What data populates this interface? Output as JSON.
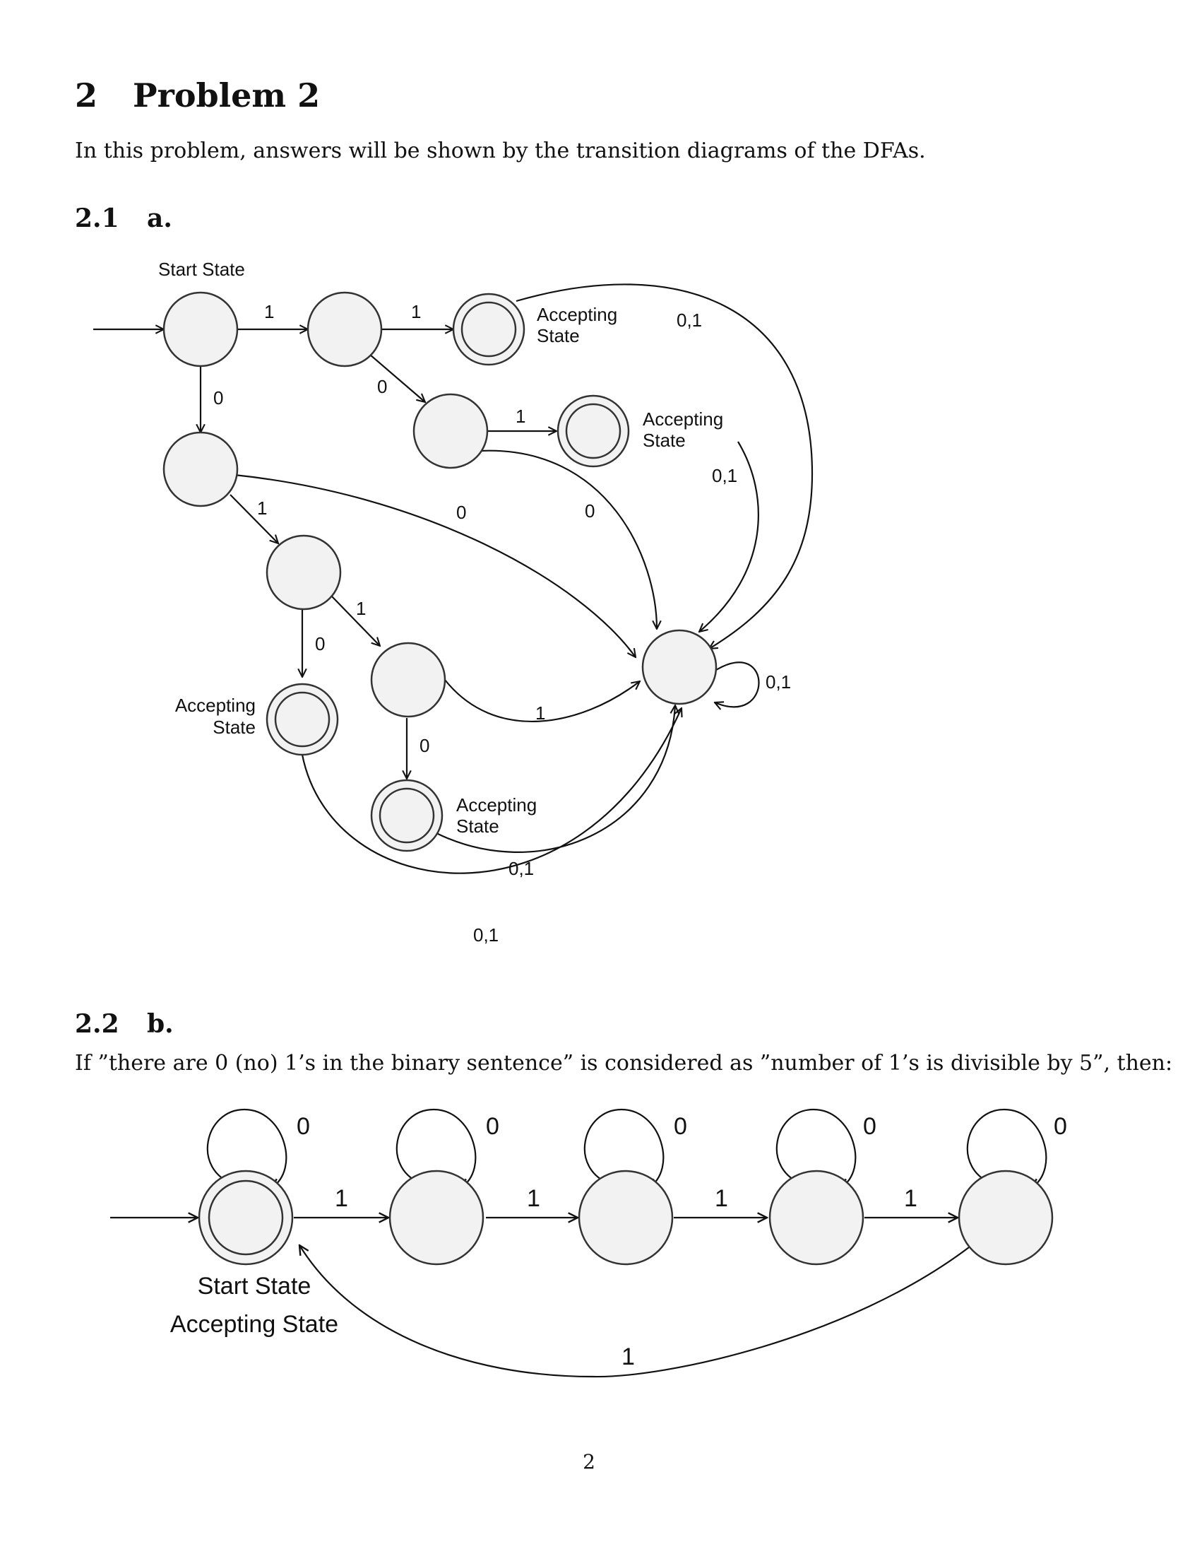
{
  "section": {
    "number": "2",
    "title": "Problem 2"
  },
  "intro": "In this problem, answers will be shown by the transition diagrams of the DFAs.",
  "sub_a": {
    "number": "2.1",
    "title": "a."
  },
  "sub_b": {
    "number": "2.2",
    "title": "b."
  },
  "sub_b_text": "If ”there are 0 (no) 1’s in the binary sentence” is considered as ”number of 1’s is divisible by 5”, then:",
  "diagram_a": {
    "start_label": "Start State",
    "accepting_line1": "Accepting",
    "accepting_line2": "State",
    "edges": {
      "s_q1": "1",
      "q1_acc1": "1",
      "q1_q3": "0",
      "q3_acc2": "1",
      "s_q2": "0",
      "q2_q4": "1",
      "q4_acc3": "0",
      "q4_q5": "1",
      "q5_acc4": "0",
      "q2_trap": "0",
      "q3_trap": "0",
      "q5_trap": "1",
      "acc1_trap": "0,1",
      "acc2_trap": "0,1",
      "acc3_trap": "0,1",
      "acc4_trap": "0,1",
      "trap_loop": "0,1"
    }
  },
  "diagram_b": {
    "start_label": "Start State",
    "accepting_label": "Accepting State",
    "self_loops": [
      "0",
      "0",
      "0",
      "0",
      "0"
    ],
    "forward": [
      "1",
      "1",
      "1",
      "1"
    ],
    "back": "1"
  },
  "page_number": "2"
}
